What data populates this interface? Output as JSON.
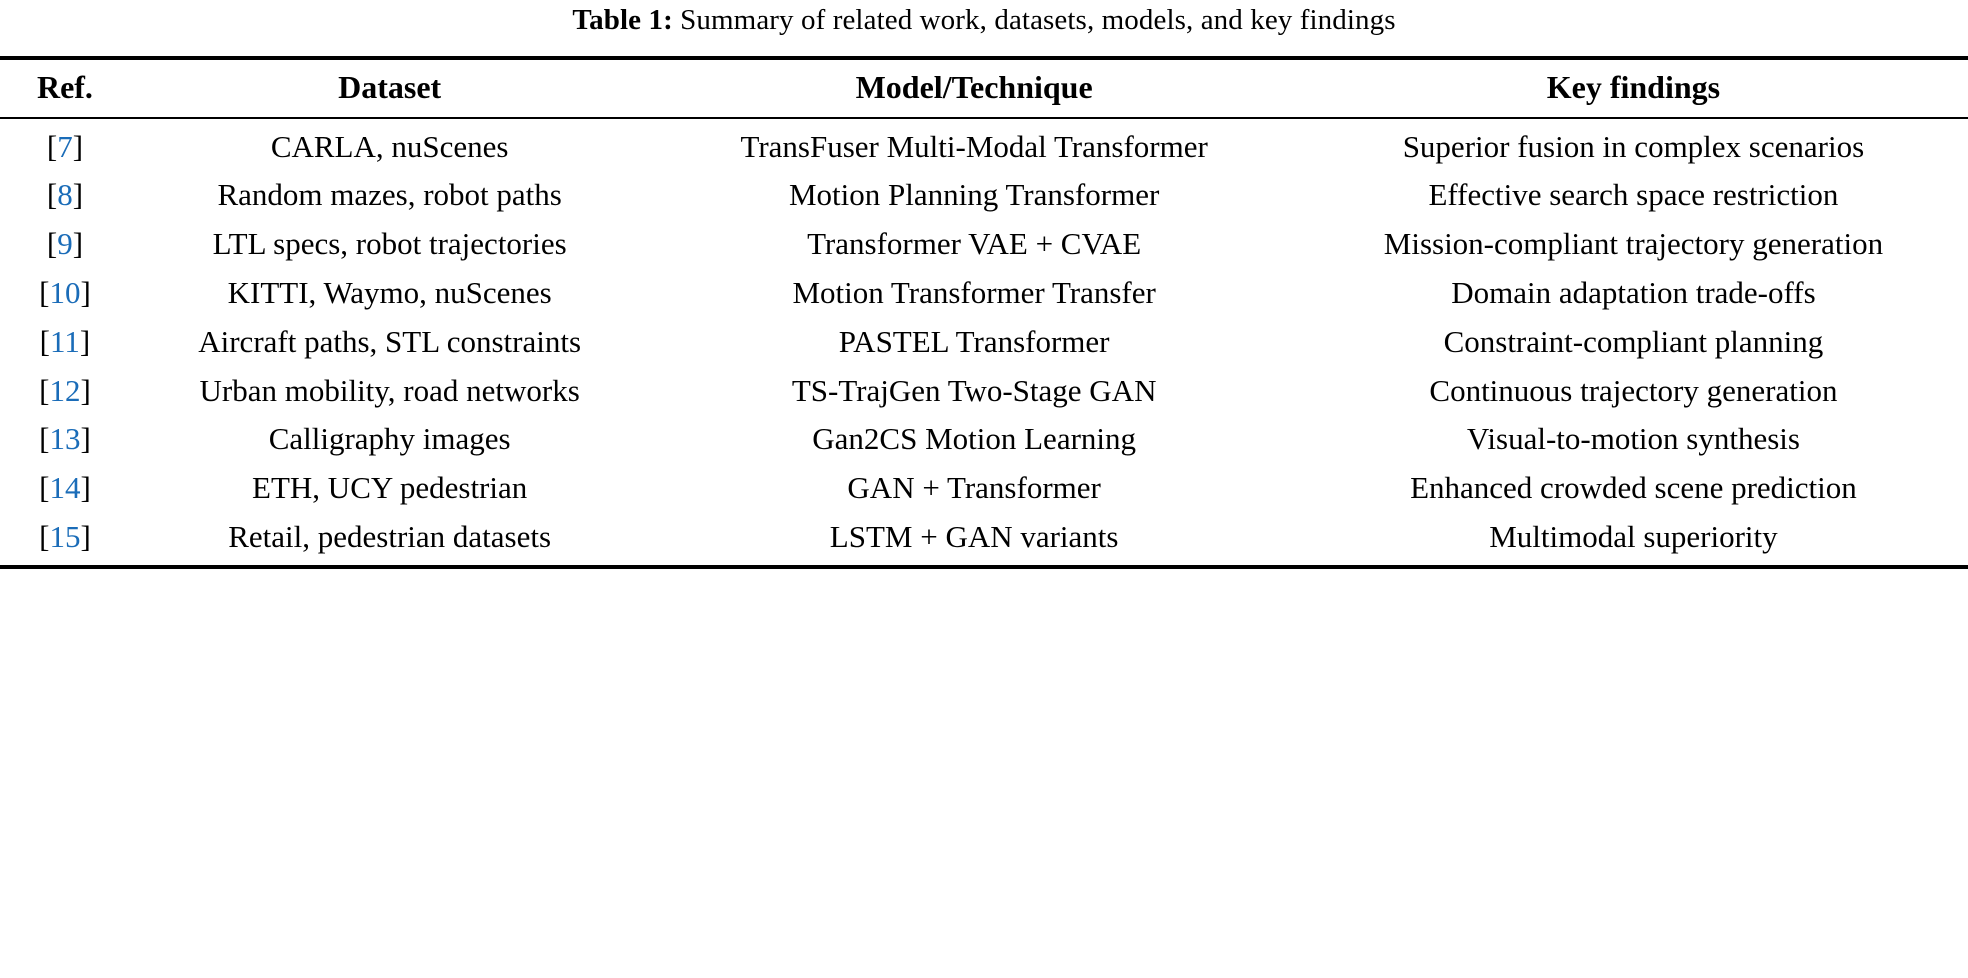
{
  "caption": {
    "label": "Table 1:",
    "text": " Summary of related work, datasets, models, and key findings"
  },
  "colors": {
    "citation_link": "#1a6cb8",
    "rule": "#000000",
    "text": "#000000",
    "background": "#ffffff"
  },
  "table": {
    "headers": [
      "Ref.",
      "Dataset",
      "Model/Technique",
      "Key findings"
    ],
    "rows": [
      {
        "ref": "7",
        "dataset": "CARLA, nuScenes",
        "model": "TransFuser Multi-Modal Transformer",
        "finding": "Superior fusion in complex scenarios"
      },
      {
        "ref": "8",
        "dataset": "Random mazes, robot paths",
        "model": "Motion Planning Transformer",
        "finding": "Effective search space restriction"
      },
      {
        "ref": "9",
        "dataset": "LTL specs, robot trajectories",
        "model": "Transformer VAE + CVAE",
        "finding": "Mission-compliant trajectory generation"
      },
      {
        "ref": "10",
        "dataset": "KITTI, Waymo, nuScenes",
        "model": "Motion Transformer Transfer",
        "finding": "Domain adaptation trade-offs"
      },
      {
        "ref": "11",
        "dataset": "Aircraft paths, STL constraints",
        "model": "PASTEL Transformer",
        "finding": "Constraint-compliant planning"
      },
      {
        "ref": "12",
        "dataset": "Urban mobility, road networks",
        "model": "TS-TrajGen Two-Stage GAN",
        "finding": "Continuous trajectory generation"
      },
      {
        "ref": "13",
        "dataset": "Calligraphy images",
        "model": "Gan2CS Motion Learning",
        "finding": "Visual-to-motion synthesis"
      },
      {
        "ref": "14",
        "dataset": "ETH, UCY pedestrian",
        "model": "GAN + Transformer",
        "finding": "Enhanced crowded scene prediction"
      },
      {
        "ref": "15",
        "dataset": "Retail, pedestrian datasets",
        "model": "LSTM + GAN variants",
        "finding": "Multimodal superiority"
      }
    ]
  }
}
